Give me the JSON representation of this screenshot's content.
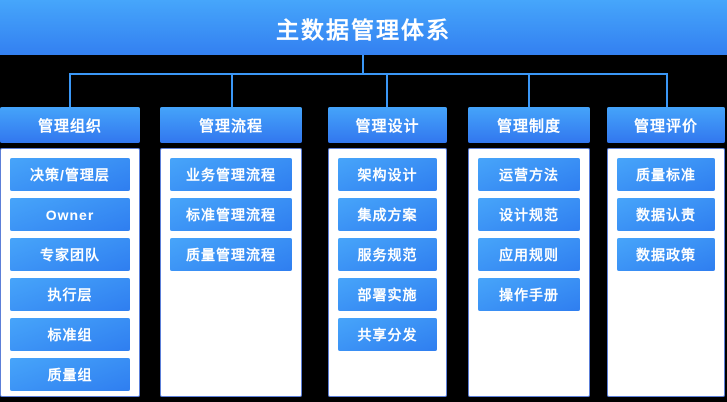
{
  "title": "主数据管理体系",
  "colors": {
    "background": "#000000",
    "banner_gradient_top": "#46a6fb",
    "banner_gradient_bottom": "#3380f1",
    "connector_line": "#3b97f6",
    "header_gradient_top": "#45a4fa",
    "header_gradient_bottom": "#3277ef",
    "button_gradient_top": "#47a5fa",
    "button_gradient_bottom": "#2f7ef0",
    "panel_background": "#ffffff",
    "panel_border": "#5c7fd8",
    "text": "#ffffff"
  },
  "columns": [
    {
      "header": "管理组织",
      "items": [
        "决策/管理层",
        "Owner",
        "专家团队",
        "执行层",
        "标准组",
        "质量组"
      ]
    },
    {
      "header": "管理流程",
      "items": [
        "业务管理流程",
        "标准管理流程",
        "质量管理流程"
      ]
    },
    {
      "header": "管理设计",
      "items": [
        "架构设计",
        "集成方案",
        "服务规范",
        "部署实施",
        "共享分发"
      ]
    },
    {
      "header": "管理制度",
      "items": [
        "运营方法",
        "设计规范",
        "应用规则",
        "操作手册"
      ]
    },
    {
      "header": "管理评价",
      "items": [
        "质量标准",
        "数据认责",
        "数据政策"
      ]
    }
  ]
}
